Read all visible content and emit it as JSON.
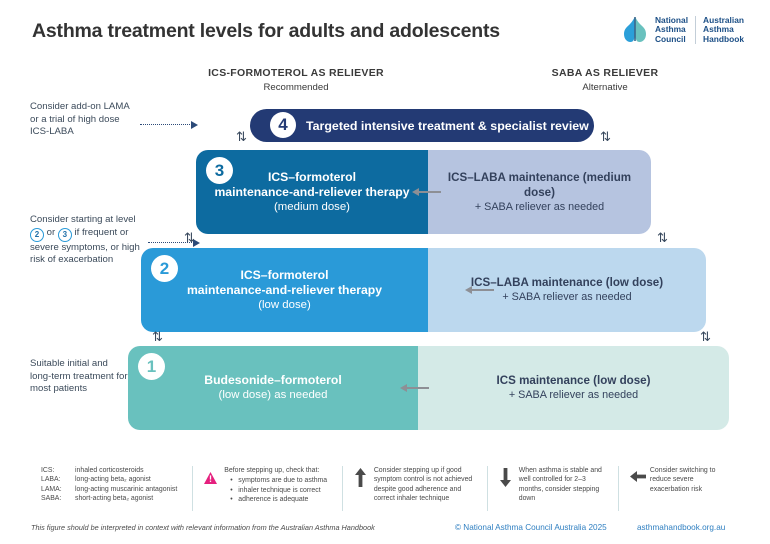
{
  "header": {
    "title": "Asthma treatment levels for adults and adolescents",
    "logo": {
      "left_line1": "National",
      "left_line2": "Asthma",
      "left_line3": "Council",
      "right_line1": "Australian",
      "right_line2": "Asthma",
      "right_line3": "Handbook"
    }
  },
  "columns": [
    {
      "heading": "ICS-FORMOTEROL AS RELIEVER",
      "subheading": "Recommended"
    },
    {
      "heading": "SABA AS RELIEVER",
      "subheading": "Alternative"
    }
  ],
  "steps": {
    "step4": {
      "number": "4",
      "label": "Targeted intensive treatment & specialist review"
    },
    "step3": {
      "number": "3",
      "left_line1": "ICS–formoterol",
      "left_line2": "maintenance-and-reliever therapy",
      "left_line3": "(medium dose)",
      "right_line1": "ICS–LABA maintenance (medium dose)",
      "right_line2": "+ SABA reliever as needed"
    },
    "step2": {
      "number": "2",
      "left_line1": "ICS–formoterol",
      "left_line2": "maintenance-and-reliever therapy",
      "left_line3": "(low dose)",
      "right_line1": "ICS–LABA maintenance (low dose)",
      "right_line2": "+ SABA reliever as needed"
    },
    "step1": {
      "number": "1",
      "left_line1": "Budesonide–formoterol",
      "left_line2": "(low dose) as needed",
      "right_line1": "ICS maintenance (low dose)",
      "right_line2": "+ SABA reliever as needed"
    }
  },
  "notes": {
    "add_on": "Consider add-on LAMA or a trial of high dose ICS-LABA",
    "starting_pre": "Consider starting at level ",
    "starting_level_a": "2",
    "starting_mid": " or ",
    "starting_level_b": "3",
    "starting_post": " if frequent or severe symptoms, or high risk of exacerbation",
    "initial": "Suitable initial and long-term treatment for most patients"
  },
  "legend": {
    "abbreviations": [
      {
        "key": "ICS:",
        "value": "inhaled corticosteroids"
      },
      {
        "key": "LABA:",
        "value": "long-acting beta₂ agonist"
      },
      {
        "key": "LAMA:",
        "value": "long-acting muscarinic antagonist"
      },
      {
        "key": "SABA:",
        "value": "short-acting beta₂ agonist"
      }
    ],
    "warning": {
      "title": "Before stepping up, check that:",
      "items": [
        "symptoms are due to asthma",
        "inhaler technique is correct",
        "adherence is adequate"
      ]
    },
    "step_up": "Consider stepping up if good symptom control is not achieved despite good adherence and correct inhaler technique",
    "step_down": "When asthma is stable and well controlled for 2–3 months, consider stepping down",
    "switch": "Consider switching to reduce severe exacerbation risk"
  },
  "footer": {
    "note": "This figure should be interpreted in context with relevant information from the Australian Asthma Handbook",
    "copyright": "© National Asthma Council Australia 2025",
    "website": "asthmahandbook.org.au"
  },
  "arrows": {
    "updown": "⇅"
  },
  "colors": {
    "step4": "#233a74",
    "step3_left": "#0d6ba0",
    "step3_right": "#b6c4e0",
    "step2_left": "#2a9ad8",
    "step2_right": "#bcd8ee",
    "step1_left": "#69c1be",
    "step1_right": "#d4eae7",
    "link": "#2f7fc1",
    "warning": "#e5207e"
  }
}
